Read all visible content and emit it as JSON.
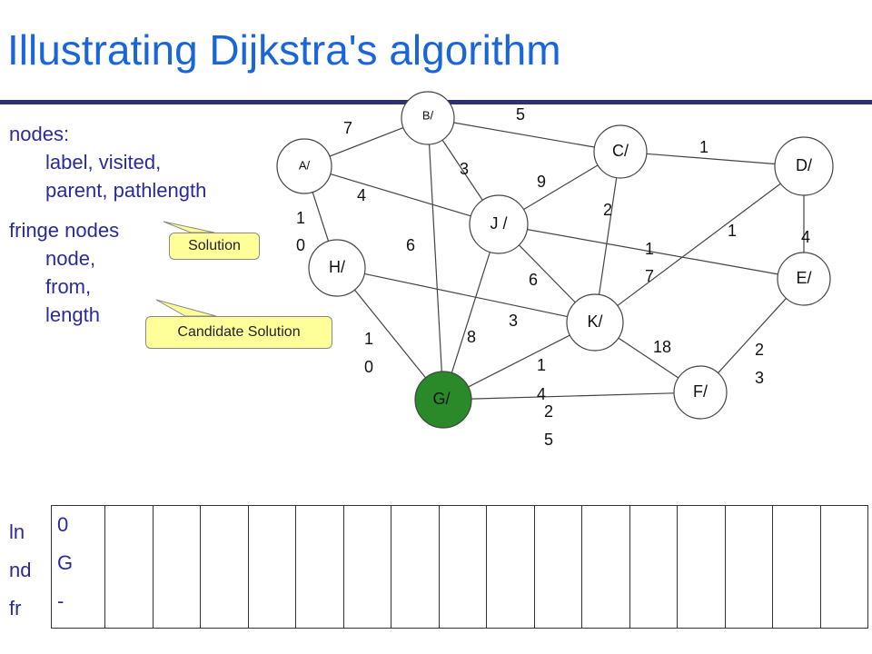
{
  "title": "Illustrating Dijkstra's algorithm",
  "legend": {
    "nodes_head": "nodes:",
    "nodes_line1": "label, visited,",
    "nodes_line2": "parent, pathlength",
    "fringe_head": "fringe nodes",
    "fringe_line1": "node,",
    "fringe_line2": "from,",
    "fringe_line3": "length"
  },
  "callouts": {
    "solution": "Solution",
    "candidate": "Candidate Solution"
  },
  "graph": {
    "nodes": [
      {
        "id": "A",
        "label": "A/",
        "small": true
      },
      {
        "id": "B",
        "label": "B/",
        "small": true
      },
      {
        "id": "C",
        "label": "C/"
      },
      {
        "id": "D",
        "label": "D/"
      },
      {
        "id": "E",
        "label": "E/"
      },
      {
        "id": "F",
        "label": "F/"
      },
      {
        "id": "G",
        "label": "G/",
        "highlight": true
      },
      {
        "id": "H",
        "label": "H/"
      },
      {
        "id": "J",
        "label": "J /"
      },
      {
        "id": "K",
        "label": "K/"
      }
    ],
    "edges": [
      {
        "from": "A",
        "to": "B",
        "weight": "7"
      },
      {
        "from": "B",
        "to": "C",
        "weight": "5"
      },
      {
        "from": "C",
        "to": "D",
        "weight": "1"
      },
      {
        "from": "A",
        "to": "J",
        "weight": "4"
      },
      {
        "from": "B",
        "to": "J",
        "weight": "3"
      },
      {
        "from": "J",
        "to": "C",
        "weight": "9"
      },
      {
        "from": "C",
        "to": "K",
        "weight": "2"
      },
      {
        "from": "D",
        "to": "K",
        "weight": "1"
      },
      {
        "from": "D",
        "to": "E",
        "weight": "4"
      },
      {
        "from": "A",
        "to": "H",
        "weight": "10"
      },
      {
        "from": "B",
        "to": "G",
        "weight": "6"
      },
      {
        "from": "J",
        "to": "E",
        "weight": "17"
      },
      {
        "from": "J",
        "to": "K",
        "weight": "6"
      },
      {
        "from": "H",
        "to": "K",
        "weight": "3"
      },
      {
        "from": "J",
        "to": "G",
        "weight": "8"
      },
      {
        "from": "H",
        "to": "G",
        "weight": "10"
      },
      {
        "from": "K",
        "to": "F",
        "weight": "18"
      },
      {
        "from": "E",
        "to": "F",
        "weight": "23"
      },
      {
        "from": "G",
        "to": "K",
        "weight": "14"
      },
      {
        "from": "G",
        "to": "F",
        "weight": "25"
      }
    ]
  },
  "fringe_table": {
    "row_labels": [
      "ln",
      "nd",
      "fr"
    ],
    "first_column": [
      "0",
      "G",
      "-"
    ],
    "empty_columns": 16
  }
}
